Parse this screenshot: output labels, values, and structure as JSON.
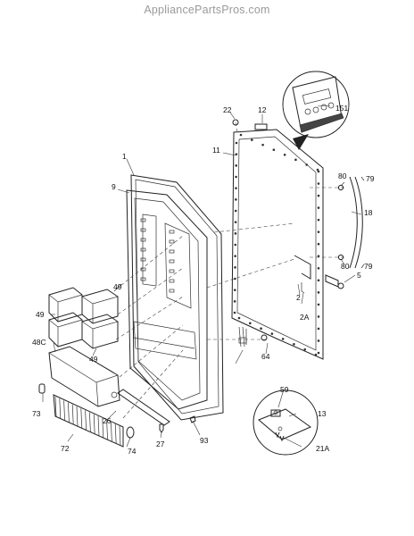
{
  "header": {
    "site": "AppliancePartsPros.com"
  },
  "callouts": {
    "c1": "1",
    "c2": "2",
    "c2a": "2A",
    "c5": "5",
    "c9": "9",
    "c11": "11",
    "c12": "12",
    "c13": "13",
    "c18": "18",
    "c21a": "21A",
    "c22": "22",
    "c26": "26",
    "c27": "27",
    "c49a": "49",
    "c49b": "49",
    "c49c": "49",
    "c48c": "48C",
    "c59": "59",
    "c64": "64",
    "c72": "72",
    "c73": "73",
    "c74": "74",
    "c79a": "79",
    "c79b": "79",
    "c80a": "80",
    "c80b": "80",
    "c93": "93",
    "c151": "151"
  }
}
